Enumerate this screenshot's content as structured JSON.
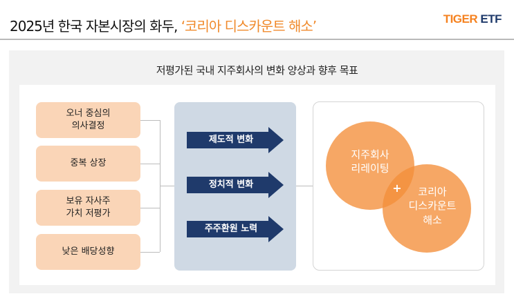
{
  "header": {
    "title_prefix": "2025년 한국 자본시장의 화두, ",
    "title_highlight": "‘코리아 디스카운트 해소’",
    "logo_part1": "TIGER",
    "logo_part2": "ETF"
  },
  "diagram": {
    "subtitle": "저평가된 국내 지주회사의 변화 양상과 향후 목표",
    "causes": [
      "오너 중심의\n의사결정",
      "중복 상장",
      "보유 자사주\n가치 저평가",
      "낮은 배당성향"
    ],
    "changes": [
      "제도적 변화",
      "정치적 변화",
      "주주환원 노력"
    ],
    "goals": {
      "circle1": "지주회사\n리레이팅",
      "plus": "+",
      "circle2": "코리아\n디스카운트\n해소"
    }
  },
  "colors": {
    "accent": "#f08a2c",
    "navy": "#1f3a6b",
    "peach": "#fad5b7",
    "slate": "#cfd9e4"
  }
}
